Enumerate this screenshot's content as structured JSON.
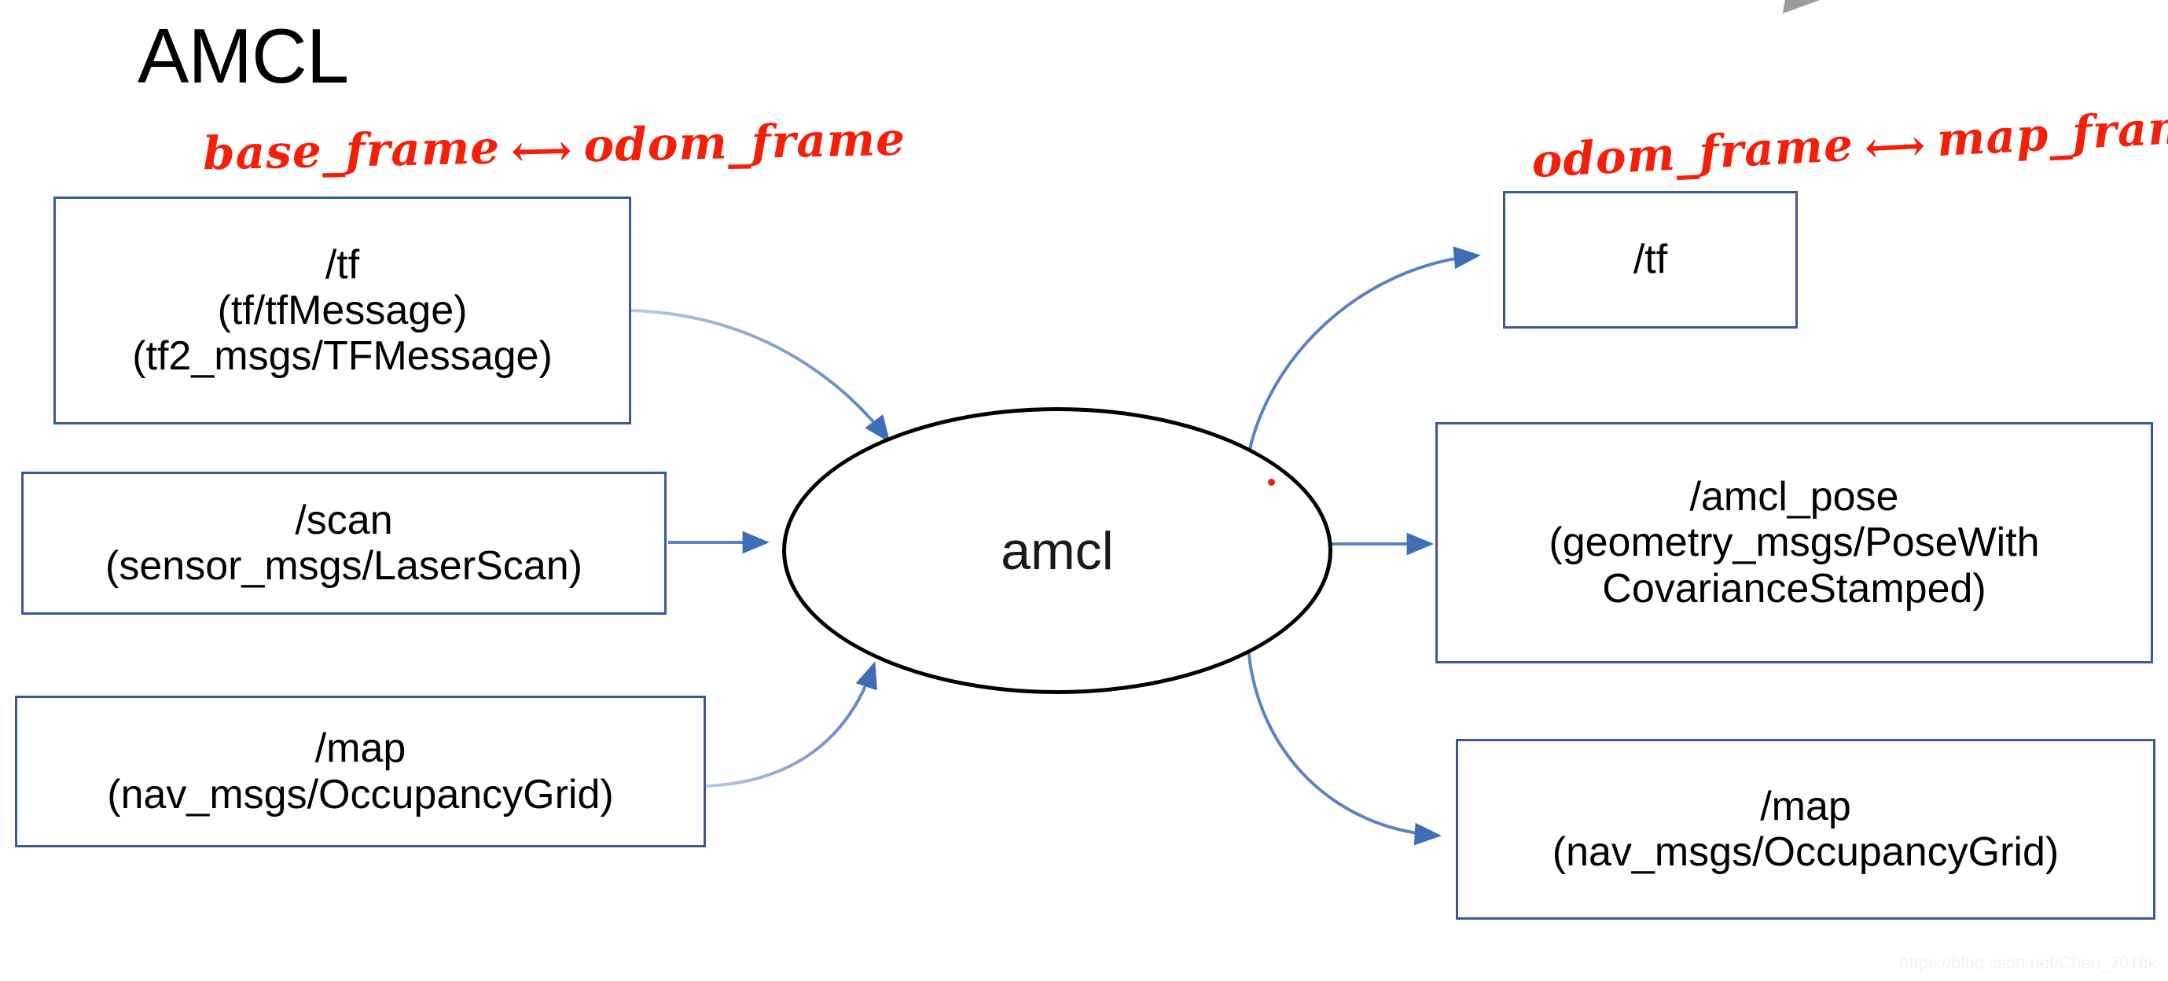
{
  "title": "AMCL",
  "node": {
    "label": "amcl",
    "shape": "ellipse"
  },
  "annotations": {
    "left": {
      "from": "base_frame",
      "arrow": "⟷",
      "to": "odom_frame",
      "color": "#f41f09"
    },
    "right": {
      "from": "odom_frame",
      "arrow": "⟷",
      "to": "map_frame",
      "color": "#f41f09"
    }
  },
  "inputs": [
    {
      "topic": "/tf",
      "types": [
        "(tf/tfMessage)",
        "(tf2_msgs/TFMessage)"
      ],
      "underlined": true
    },
    {
      "topic": "/scan",
      "types": [
        "(sensor_msgs/LaserScan)"
      ],
      "underlined": true
    },
    {
      "topic": "/map",
      "types": [
        "(nav_msgs/OccupancyGrid)"
      ],
      "underlined": true
    }
  ],
  "outputs": [
    {
      "topic": "/tf",
      "types": [],
      "underlined": false
    },
    {
      "topic": "/amcl_pose",
      "types": [
        "(geometry_msgs/PoseWith",
        "CovarianceStamped)"
      ],
      "underlined": false
    },
    {
      "topic": "/map",
      "types": [
        "(nav_msgs/OccupancyGrid)"
      ],
      "underlined": false
    }
  ],
  "colors": {
    "box_border": "#3a5a9b",
    "edge": "#5b82c4",
    "ellipse": "#000000",
    "annotation": "#f41f09"
  },
  "watermark": "https://blog.csdn.net/Chen_2018k"
}
